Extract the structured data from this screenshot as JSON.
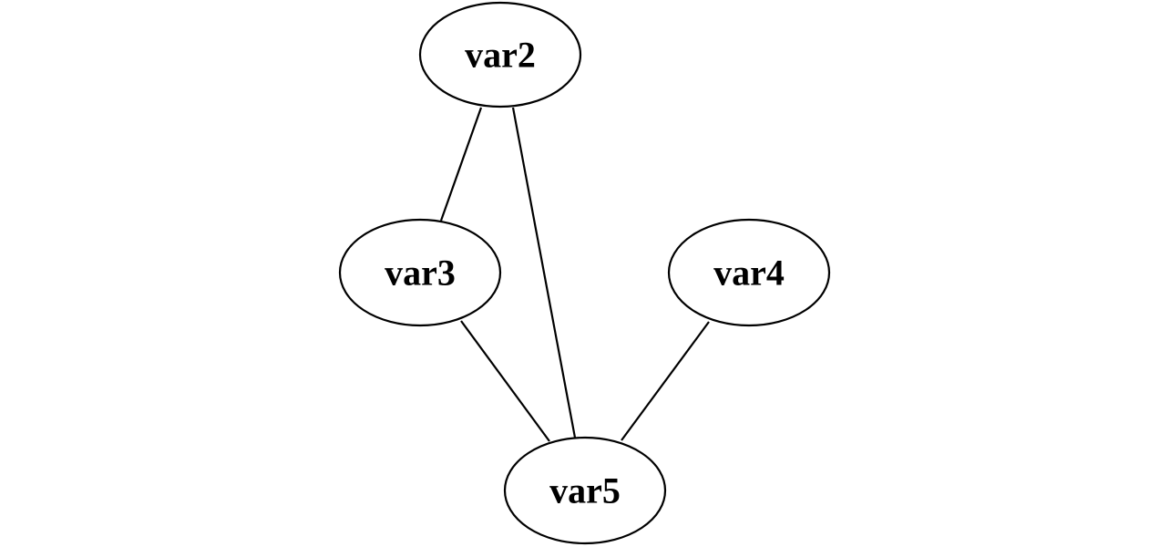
{
  "graph": {
    "type": "undirected",
    "nodes": [
      {
        "id": "var2",
        "label": "var2"
      },
      {
        "id": "var3",
        "label": "var3"
      },
      {
        "id": "var4",
        "label": "var4"
      },
      {
        "id": "var5",
        "label": "var5"
      }
    ],
    "edges": [
      {
        "source": "var2",
        "target": "var3"
      },
      {
        "source": "var2",
        "target": "var5"
      },
      {
        "source": "var3",
        "target": "var5"
      },
      {
        "source": "var4",
        "target": "var5"
      }
    ]
  }
}
